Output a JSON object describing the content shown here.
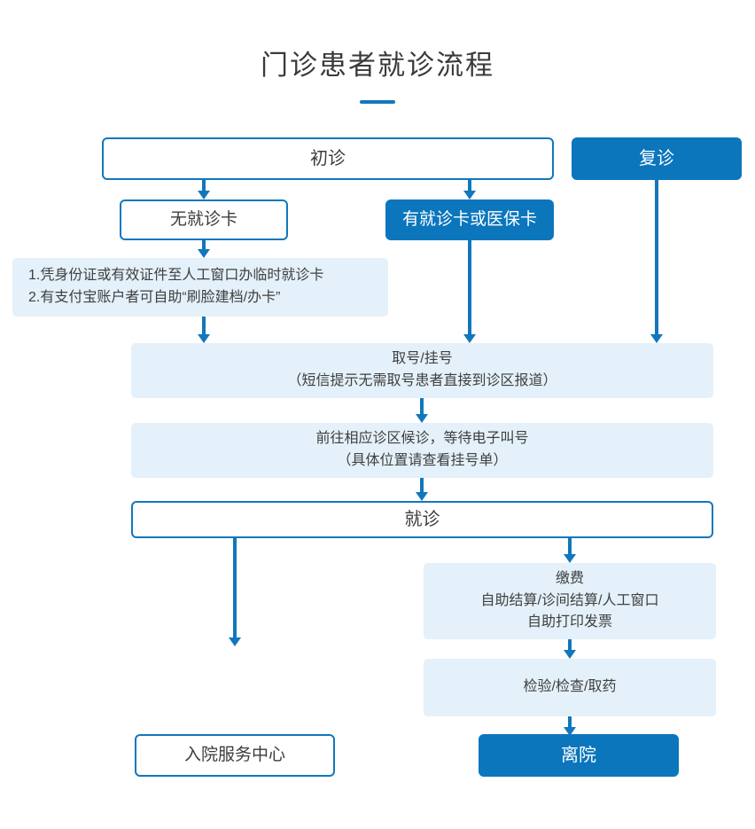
{
  "page": {
    "title": "门诊患者就诊流程",
    "accent_color": "#1277bc",
    "solid_box_color": "#0b76bc",
    "panel_color": "#e4f1fa",
    "text_color": "#3c3c3c",
    "background": "#ffffff"
  },
  "nodes": {
    "first_visit": {
      "label": "初诊",
      "style": "outline"
    },
    "return_visit": {
      "label": "复诊",
      "style": "solid"
    },
    "no_card": {
      "label": "无就诊卡",
      "style": "outline"
    },
    "has_card": {
      "label": "有就诊卡或医保卡",
      "style": "solid"
    },
    "card_instructions": {
      "style": "panel",
      "lines": [
        "1.凭身份证或有效证件至人工窗口办临时就诊卡",
        "2.有支付宝账户者可自助“刷脸建档/办卡”"
      ]
    },
    "get_number": {
      "style": "panel",
      "lines": [
        "取号/挂号",
        "（短信提示无需取号患者直接到诊区报道）"
      ]
    },
    "wait_area": {
      "style": "panel",
      "lines": [
        "前往相应诊区候诊，等待电子叫号",
        "（具体位置请查看挂号单）"
      ]
    },
    "consultation": {
      "label": "就诊",
      "style": "outline"
    },
    "payment": {
      "style": "panel",
      "lines": [
        "缴费",
        "自助结算/诊间结算/人工窗口",
        "自助打印发票"
      ]
    },
    "tests": {
      "style": "panel",
      "lines": [
        "检验/检查/取药"
      ]
    },
    "admission_center": {
      "label": "入院服务中心",
      "style": "outline"
    },
    "leave_hospital": {
      "label": "离院",
      "style": "solid"
    }
  },
  "connectors": [
    {
      "name": "first-visit-to-no-card"
    },
    {
      "name": "first-visit-to-has-card"
    },
    {
      "name": "return-visit-to-get-number"
    },
    {
      "name": "no-card-to-instructions"
    },
    {
      "name": "instructions-to-get-number"
    },
    {
      "name": "has-card-to-get-number"
    },
    {
      "name": "get-number-to-wait-area"
    },
    {
      "name": "wait-area-to-consultation"
    },
    {
      "name": "consultation-to-admission-center"
    },
    {
      "name": "consultation-to-payment"
    },
    {
      "name": "payment-to-tests"
    },
    {
      "name": "tests-to-leave-hospital"
    }
  ]
}
